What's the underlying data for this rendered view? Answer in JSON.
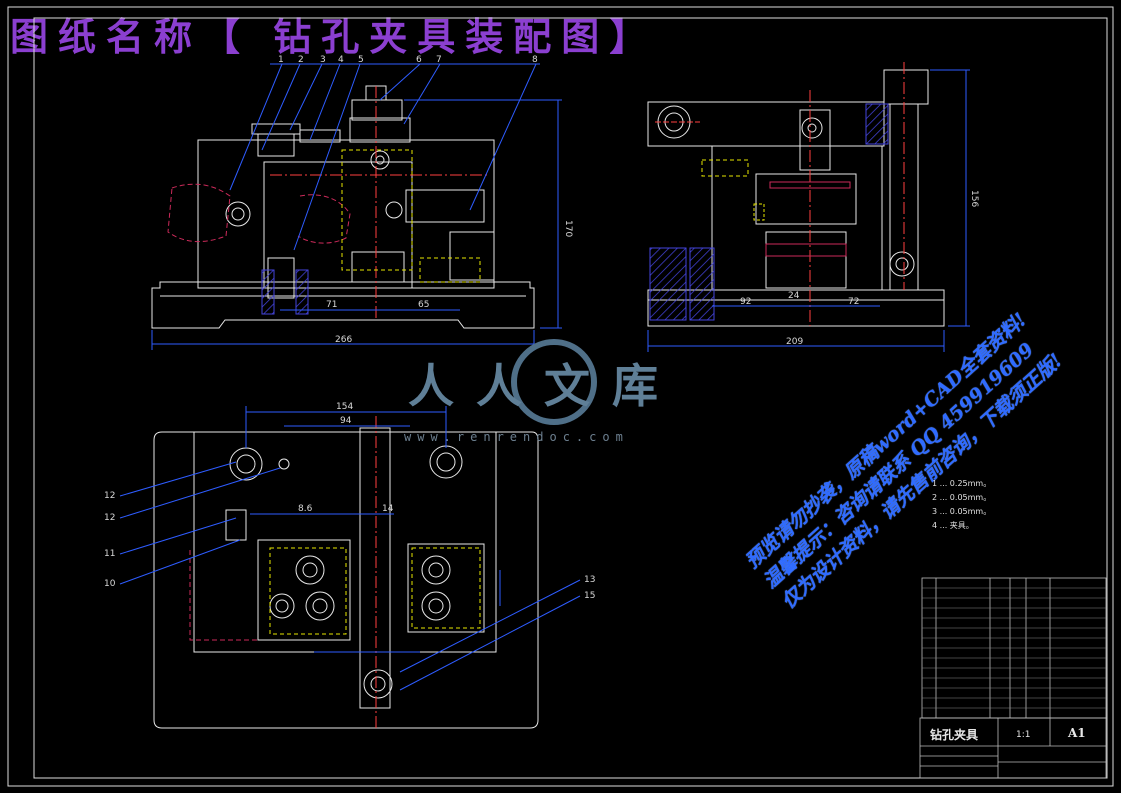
{
  "drawing": {
    "title": "图纸名称【 钻孔夹具装配图】",
    "part_numbers_front": [
      "1",
      "2",
      "3",
      "4",
      "5",
      "6",
      "7",
      "8"
    ],
    "part_numbers_plan": [
      "12",
      "12",
      "11",
      "10",
      "13",
      "15"
    ],
    "dims_front": {
      "overall_width": "266",
      "height": "170",
      "left": "71",
      "mid": "65"
    },
    "dims_side": {
      "overall_width": "209",
      "height": "156",
      "a": "92",
      "b": "24",
      "c": "72"
    },
    "dims_plan": {
      "top": "154",
      "second": "94",
      "third": "8.6",
      "fourth": "14"
    }
  },
  "notes": {
    "items": [
      "1 ... 0.25mm。",
      "2 ... 0.05mm。",
      "3 ... 0.05mm。",
      "4 ... 夹具。"
    ]
  },
  "title_block": {
    "name": "钻孔夹具",
    "sheet": "A1",
    "scale": "1:1"
  },
  "watermark": {
    "brand": "人人文库",
    "url": "www.renrendoc.com"
  },
  "promo": {
    "lines": [
      "预览请勿抄袭，原稿word+CAD全套资料!",
      "温馨提示：咨询请联系 QQ 459919609",
      "仅为设计资料，请先售前咨询，下载须正版!"
    ]
  },
  "colors": {
    "background": "#000000",
    "title": "#8b3fd0",
    "outline": "#e8e8e8",
    "dim": "#2e5cff",
    "accent": "#cc2a5a",
    "center": "#ff3030",
    "hidden": "#e6e600",
    "hatch": "#3d3dcc"
  }
}
